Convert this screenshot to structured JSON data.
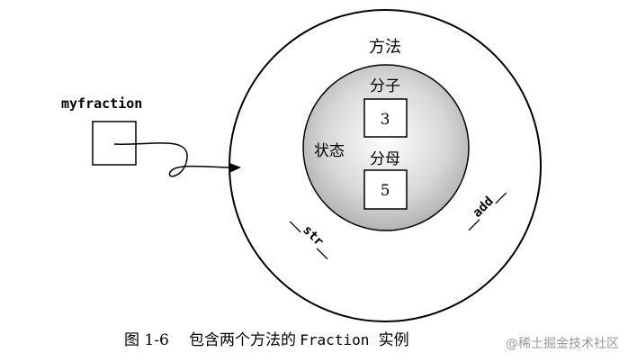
{
  "diagram": {
    "variable_label": "myfraction",
    "outer_label": "方法",
    "inner_label": "状态",
    "numerator_label": "分子",
    "numerator_value": "3",
    "denominator_label": "分母",
    "denominator_value": "5",
    "method_str": "__str__",
    "method_add": "__add__"
  },
  "caption": {
    "prefix": "图 1-6",
    "text_before": "包含两个方法的",
    "code": "Fraction",
    "text_after": "实例"
  },
  "watermark": "@稀土掘金技术社区"
}
